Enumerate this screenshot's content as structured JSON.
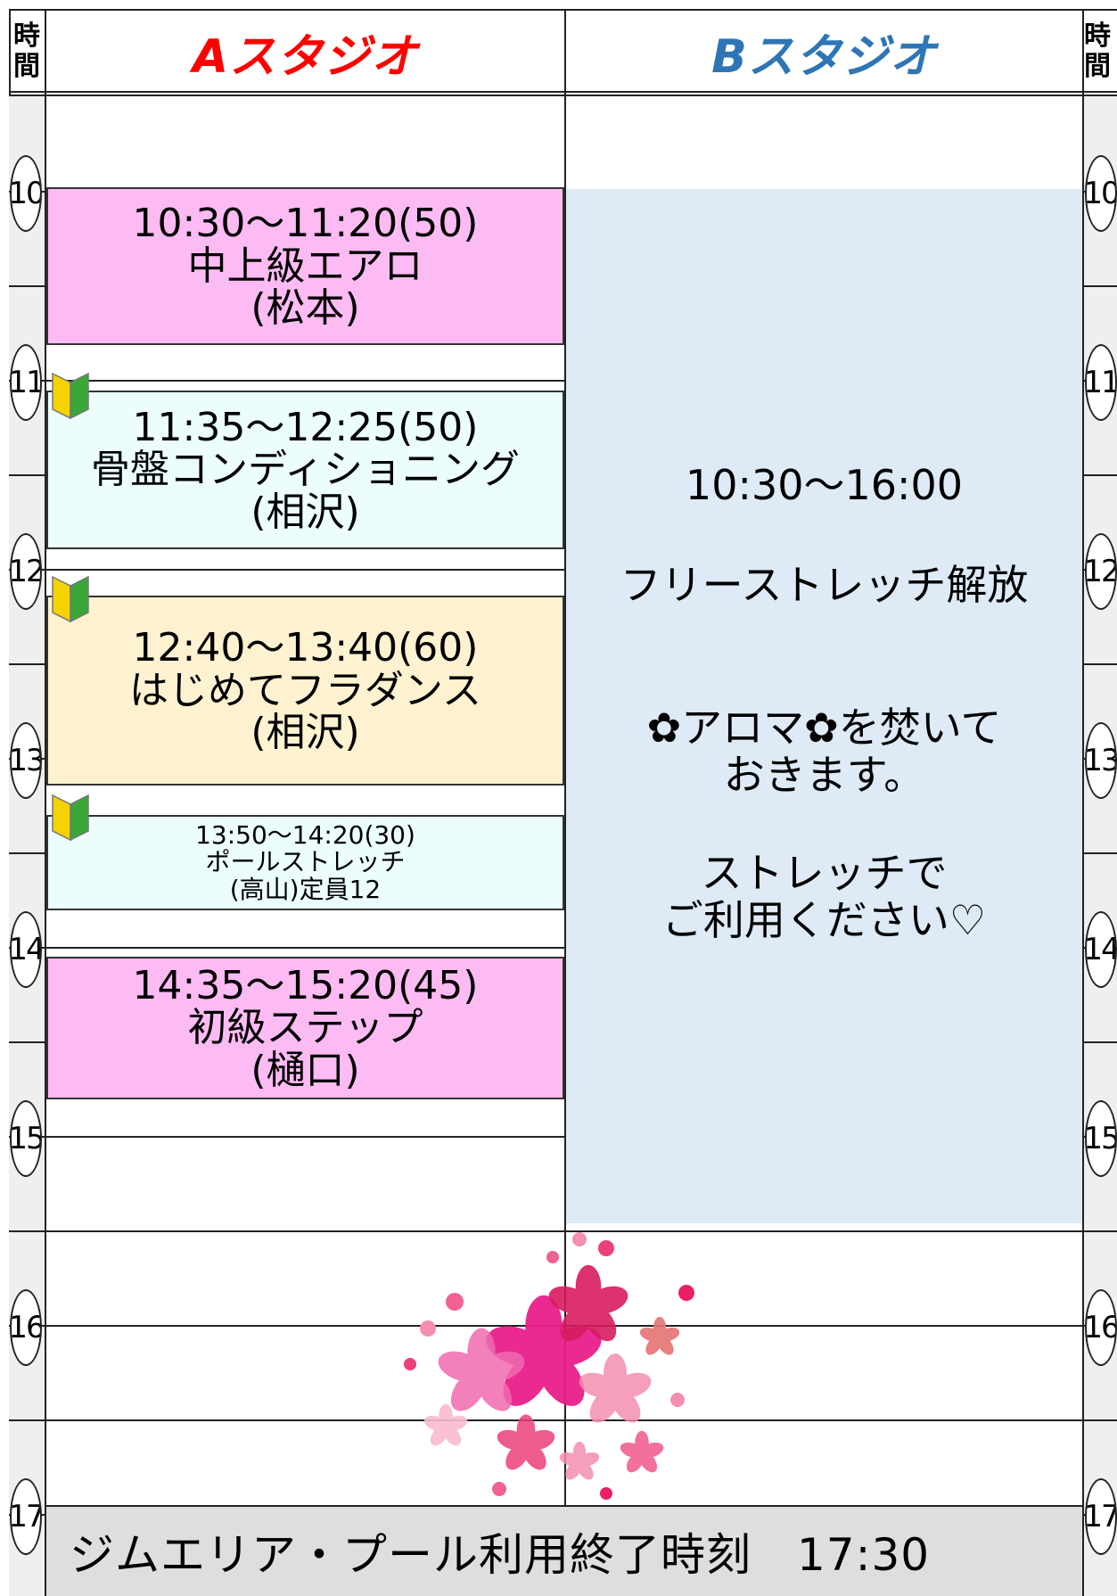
{
  "header": {
    "time_label_1": "時",
    "time_label_2": "間",
    "studio_a": "Aスタジオ",
    "studio_b": "Bスタジオ",
    "studio_a_color": "#ff0000",
    "studio_b_color": "#2e75b6"
  },
  "hours": [
    "10",
    "11",
    "12",
    "13",
    "14",
    "15",
    "16",
    "17"
  ],
  "studio_a_classes": [
    {
      "time": "10:30〜11:20(50)",
      "name": "中上級エアロ",
      "instructor": "(松本)",
      "color": "#fdbbf3",
      "beginner": false
    },
    {
      "time": "11:35〜12:25(50)",
      "name": "骨盤コンディショニング",
      "instructor": "(相沢)",
      "color": "#ecfdfd",
      "beginner": true
    },
    {
      "time": "12:40〜13:40(60)",
      "name": "はじめてフラダンス",
      "instructor": "(相沢)",
      "color": "#fff2d0",
      "beginner": true
    },
    {
      "time": "13:50〜14:20(30)",
      "name": "ポールストレッチ",
      "instructor": "(高山)定員12",
      "color": "#ecfdfd",
      "beginner": true
    },
    {
      "time": "14:35〜15:20(45)",
      "name": "初級ステップ",
      "instructor": "(樋口)",
      "color": "#fdbbf3",
      "beginner": false
    }
  ],
  "studio_b": {
    "time": "10:30〜16:00",
    "title": "フリーストレッチ解放",
    "note_1": "✿アロマ✿を焚いて",
    "note_2": "おきます。",
    "note_3": "ストレッチで",
    "note_4": "ご利用ください♡",
    "color": "#deeaf6"
  },
  "footer": {
    "text": "ジムエリア・プール利用終了時刻　17:30",
    "color": "#dedede"
  }
}
